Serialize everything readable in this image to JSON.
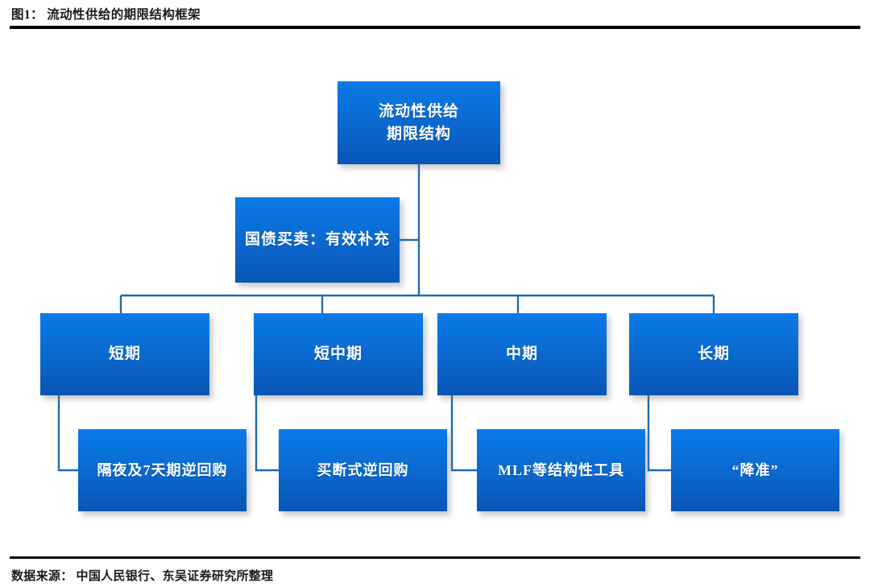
{
  "exhibit": {
    "title": "图1： 流动性供给的期限结构框架",
    "source_note": "数据来源： 中国人民银行、东吴证券研究所整理"
  },
  "theme": {
    "node_fill_top": "#0b7ae8",
    "node_fill_bottom": "#0a55b4",
    "node_text": "#ffffff",
    "connector": "#1f6bb0",
    "rule": "#000000",
    "background": "#ffffff"
  },
  "chart_data": {
    "type": "diagram",
    "diagram_kind": "org-chart",
    "title": "流动性供给的期限结构框架",
    "nodes": [
      {
        "id": "root",
        "label_lines": [
          "流动性供给",
          "期限结构"
        ],
        "tier": 1
      },
      {
        "id": "aux",
        "label_lines": [
          "国债买卖：有效补充"
        ],
        "tier": 2
      },
      {
        "id": "t3-1",
        "label_lines": [
          "短期"
        ],
        "tier": 3
      },
      {
        "id": "t3-2",
        "label_lines": [
          "短中期"
        ],
        "tier": 3
      },
      {
        "id": "t3-3",
        "label_lines": [
          "中期"
        ],
        "tier": 3
      },
      {
        "id": "t3-4",
        "label_lines": [
          "长期"
        ],
        "tier": 3
      },
      {
        "id": "t4-1",
        "label_lines": [
          "隔夜及7天期逆回购"
        ],
        "tier": 4
      },
      {
        "id": "t4-2",
        "label_lines": [
          "买断式逆回购"
        ],
        "tier": 4
      },
      {
        "id": "t4-3",
        "label_lines": [
          "MLF等结构性工具"
        ],
        "tier": 4
      },
      {
        "id": "t4-4",
        "label_lines": [
          "“降准”"
        ],
        "tier": 4
      }
    ],
    "edges": [
      {
        "from": "root",
        "to": "t3-1"
      },
      {
        "from": "root",
        "to": "t3-2"
      },
      {
        "from": "root",
        "to": "t3-3"
      },
      {
        "from": "root",
        "to": "t3-4"
      },
      {
        "from": "root",
        "to": "aux"
      },
      {
        "from": "t3-1",
        "to": "t4-1"
      },
      {
        "from": "t3-2",
        "to": "t4-2"
      },
      {
        "from": "t3-3",
        "to": "t4-3"
      },
      {
        "from": "t3-4",
        "to": "t4-4"
      }
    ]
  },
  "nodes": {
    "root": {
      "line1": "流动性供给",
      "line2": "期限结构"
    },
    "aux": {
      "line1": "国债买卖：有效补充"
    },
    "t3_1": {
      "line1": "短期"
    },
    "t3_2": {
      "line1": "短中期"
    },
    "t3_3": {
      "line1": "中期"
    },
    "t3_4": {
      "line1": "长期"
    },
    "t4_1": {
      "line1": "隔夜及7天期逆回购"
    },
    "t4_2": {
      "line1": "买断式逆回购"
    },
    "t4_3": {
      "line1": "MLF等结构性工具"
    },
    "t4_4": {
      "line1": "“降准”"
    }
  }
}
